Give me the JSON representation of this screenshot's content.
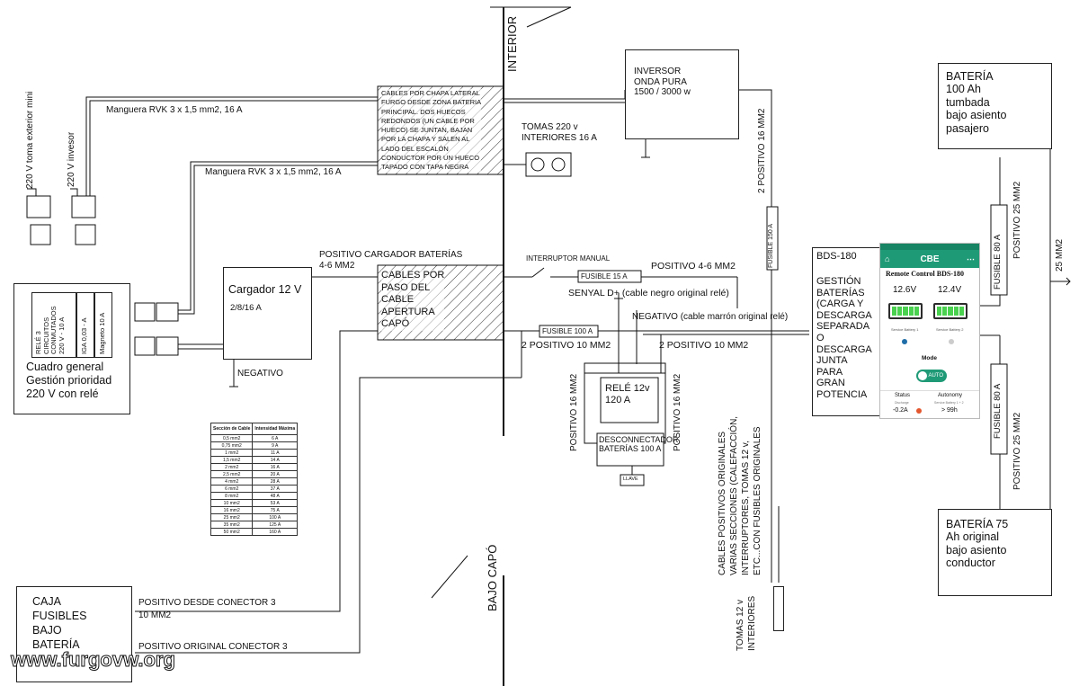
{
  "labels": {
    "interior": "INTERIOR",
    "bajo_capo": "BAJO CAPÓ",
    "toma_mini": "220 V toma exterior mini",
    "v_invesor": "220 V invesor",
    "manguera1": "Manguera RVK 3 x 1,5 mm2, 16 A",
    "manguera2": "Manguera RVK 3 x 1,5 mm2, 16 A",
    "cables_chapa": "CABLES POR CHAPA LATERAL\nFURGO DESDE ZONA BATERIA\nPRINCIPAL. DOS HUECOS\nREDONDOS (UN CABLE POR\nHUECO) SE JUNTAN, BAJAN\nPOR LA CHAPA Y SALEN AL\nLADO DEL ESCALÓN\nCONDUCTOR POR UN HUECO\nTAPADO CON TAPA NEGRA",
    "tomas_interiores": "TOMAS 220 v\nINTERIORES 16 A",
    "inversor": "INVERSOR\nONDA PURA\n1500 / 3000 w",
    "bateria100": "BATERÍA\n100 Ah\ntumbada\nbajo asiento\npasajero",
    "bateria75": "BATERÍA 75\nAh original\nbajo asiento\nconductor",
    "positivo_16_inv": "2 POSITIVO 16 MM2",
    "fusible150": "FUSIBLE 150 A",
    "fusible80_top": "FUSIBLE 80 A",
    "fusible80_bot": "FUSIBLE 80 A",
    "positivo25_top": "POSITIVO 25 MM2",
    "positivo25_bot": "POSITIVO 25 MM2",
    "mm2_25": "25 MM2",
    "positivo_cargador": "POSITIVO CARGADOR BATERÍAS\n4-6 MM2",
    "cargador": "Cargador 12 V",
    "cargador_spec": "2/8/16 A",
    "negativo": "NEGATIVO",
    "cables_paso": "CABLES POR\nPASO DEL\nCABLE\nAPERTURA\nCAPÓ",
    "interruptor": "INTERRUPTOR MANUAL",
    "fusible15": "FUSIBLE 15 A",
    "positivo_46": "POSITIVO 4-6 MM2",
    "senyal": "SENYAL D+ (cable negro original relé)",
    "negativo_marron": "NEGATIVO (cable marrón original relé)",
    "fusible100": "FUSIBLE 100 A",
    "positivo_10a": "2 POSITIVO 10 MM2",
    "positivo_10b": "2 POSITIVO 10 MM2",
    "positivo16_left": "POSITIVO 16 MM2",
    "positivo16_right": "POSITIVO 16 MM2",
    "rele": "RELÉ 12v\n120 A",
    "desconnectador": "DESCONNECTADOR\nBATERÍAS 100 A",
    "llave": "LLAVE",
    "bds_title": "BDS-180",
    "bds_desc": "GESTIÓN\nBATERÍAS\n(CARGA Y\nDESCARGA\nSEPARADA\nO\nDESCARGA\nJUNTA\nPARA\nGRAN\nPOTENCIA",
    "cables_originales": "CABLES POSITIVOS ORIGINALES\nVARIAS SECCIONES (CALEFACCIÓN,\nINTERRUPTORES, TOMAS 12 v,\nETC...CON FUSIBLES ORIGINALES",
    "tomas12v": "TOMAS 12 v\nINTERIORES",
    "cuadro_general": "Cuadro general\nGestión prioridad\n220 V con relé",
    "rele3": "RELÉ 3\nCIRCUITOS\nCONMUTADOS\n220 V - 10 A",
    "iga": "IGA 0,03 - A",
    "magneto": "Magneto 10 A",
    "caja_fusibles": "CAJA\nFUSIBLES\nBAJO\nBATERÍA",
    "positivo_conector3": "POSITIVO DESDE CONECTOR 3\n10 MM2",
    "positivo_original3": "POSITIVO ORIGINAL CONECTOR 3",
    "watermark": "www.furgovw.org"
  },
  "app": {
    "brand": "CBE",
    "title": "Remote Control BDS-180",
    "battery1_voltage": "12.6V",
    "battery2_voltage": "12.4V",
    "battery1_label": "Service Battery 1",
    "battery2_label": "Service Battery 2",
    "mode_label": "Mode",
    "mode_value": "AUTO",
    "status_label": "Status",
    "status_sub": "Discharge",
    "status_value": "-0.2A",
    "autonomy_label": "Autonomy",
    "autonomy_sub": "Service Battery 1 + 2",
    "autonomy_value": "> 99h",
    "accent": "#1f9a77",
    "battery_fill": "#4ad14f"
  },
  "cable_table": {
    "headers": [
      "Sección de Cable",
      "Intensidad Máxima"
    ],
    "rows": [
      [
        "0,5 mm2",
        "6 A"
      ],
      [
        "0,75 mm2",
        "9 A"
      ],
      [
        "1 mm2",
        "11 A"
      ],
      [
        "1,5 mm2",
        "14 A"
      ],
      [
        "2 mm2",
        "16 A"
      ],
      [
        "2,5 mm2",
        "20 A"
      ],
      [
        "4 mm2",
        "28 A"
      ],
      [
        "6 mm2",
        "37 A"
      ],
      [
        "8 mm2",
        "48 A"
      ],
      [
        "10 mm2",
        "53 A"
      ],
      [
        "16 mm2",
        "75 A"
      ],
      [
        "25 mm2",
        "100 A"
      ],
      [
        "35 mm2",
        "125 A"
      ],
      [
        "50 mm2",
        "160 A"
      ]
    ]
  }
}
